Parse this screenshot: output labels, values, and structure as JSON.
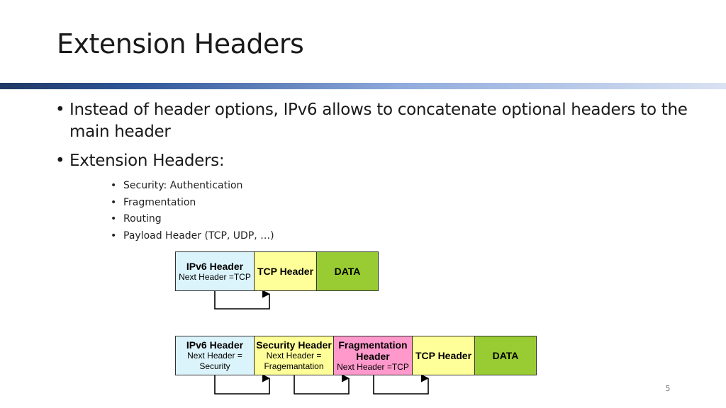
{
  "slide": {
    "title": "Extension Headers",
    "page_number": "5"
  },
  "bullets": {
    "main": [
      "Instead of header options, IPv6 allows to concatenate optional headers to the main header",
      "Extension Headers:"
    ],
    "sub": [
      "Security: Authentication",
      "Fragmentation",
      "Routing",
      "Payload Header (TCP, UDP, …)"
    ]
  },
  "diagram1": {
    "boxes": [
      {
        "title": "IPv6 Header",
        "sub": "Next Header =TCP",
        "color": "#dbf3fa"
      },
      {
        "title": "TCP Header",
        "sub": "",
        "color": "#ffff99"
      },
      {
        "title": "DATA",
        "sub": "",
        "color": "#99cc33"
      }
    ]
  },
  "diagram2": {
    "boxes": [
      {
        "title": "IPv6 Header",
        "sub": "Next Header = Security",
        "color": "#dbf3fa"
      },
      {
        "title": "Security Header",
        "sub": "Next Header = Fragemantation",
        "color": "#ffff99"
      },
      {
        "title": "Fragmentation Header",
        "sub": "Next Header =TCP",
        "color": "#ff99cc"
      },
      {
        "title": "TCP Header",
        "sub": "",
        "color": "#ffff99"
      },
      {
        "title": "DATA",
        "sub": "",
        "color": "#99cc33"
      }
    ]
  },
  "colors": {
    "arrow": "#000000",
    "border": "#333333"
  }
}
